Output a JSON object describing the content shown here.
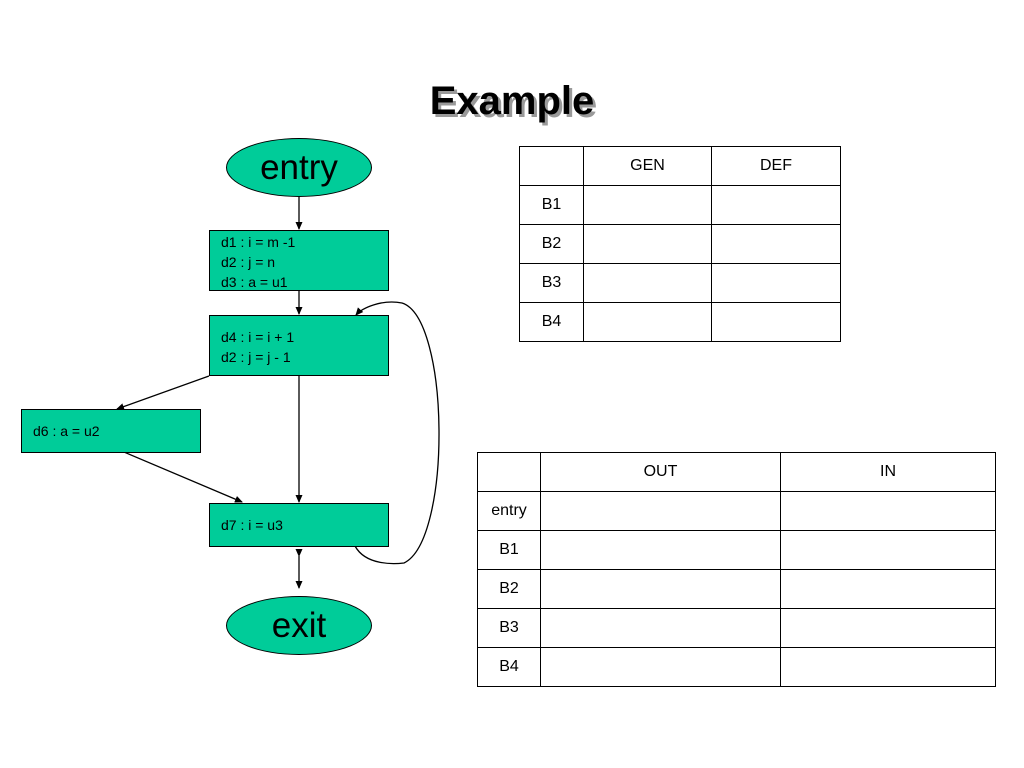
{
  "slide": {
    "title": "Example"
  },
  "diagram": {
    "entry_label": "entry",
    "exit_label": "exit",
    "blocks": {
      "b1": [
        "d1 : i = m -1",
        "d2 : j = n",
        "d3 : a = u1"
      ],
      "b2": [
        "d4 : i = i + 1",
        "d2 : j = j - 1"
      ],
      "b3": [
        "d6 : a = u2"
      ],
      "b4": [
        "d7 : i = u3"
      ]
    },
    "fill_color": "#00cc99"
  },
  "gen_def_table": {
    "headers": [
      "",
      "GEN",
      "DEF"
    ],
    "rows": [
      {
        "label": "B1",
        "gen": "",
        "def": ""
      },
      {
        "label": "B2",
        "gen": "",
        "def": ""
      },
      {
        "label": "B3",
        "gen": "",
        "def": ""
      },
      {
        "label": "B4",
        "gen": "",
        "def": ""
      }
    ]
  },
  "out_in_table": {
    "headers": [
      "",
      "OUT",
      "IN"
    ],
    "rows": [
      {
        "label": "entry",
        "out": "",
        "in": ""
      },
      {
        "label": "B1",
        "out": "",
        "in": ""
      },
      {
        "label": "B2",
        "out": "",
        "in": ""
      },
      {
        "label": "B3",
        "out": "",
        "in": ""
      },
      {
        "label": "B4",
        "out": "",
        "in": ""
      }
    ]
  }
}
